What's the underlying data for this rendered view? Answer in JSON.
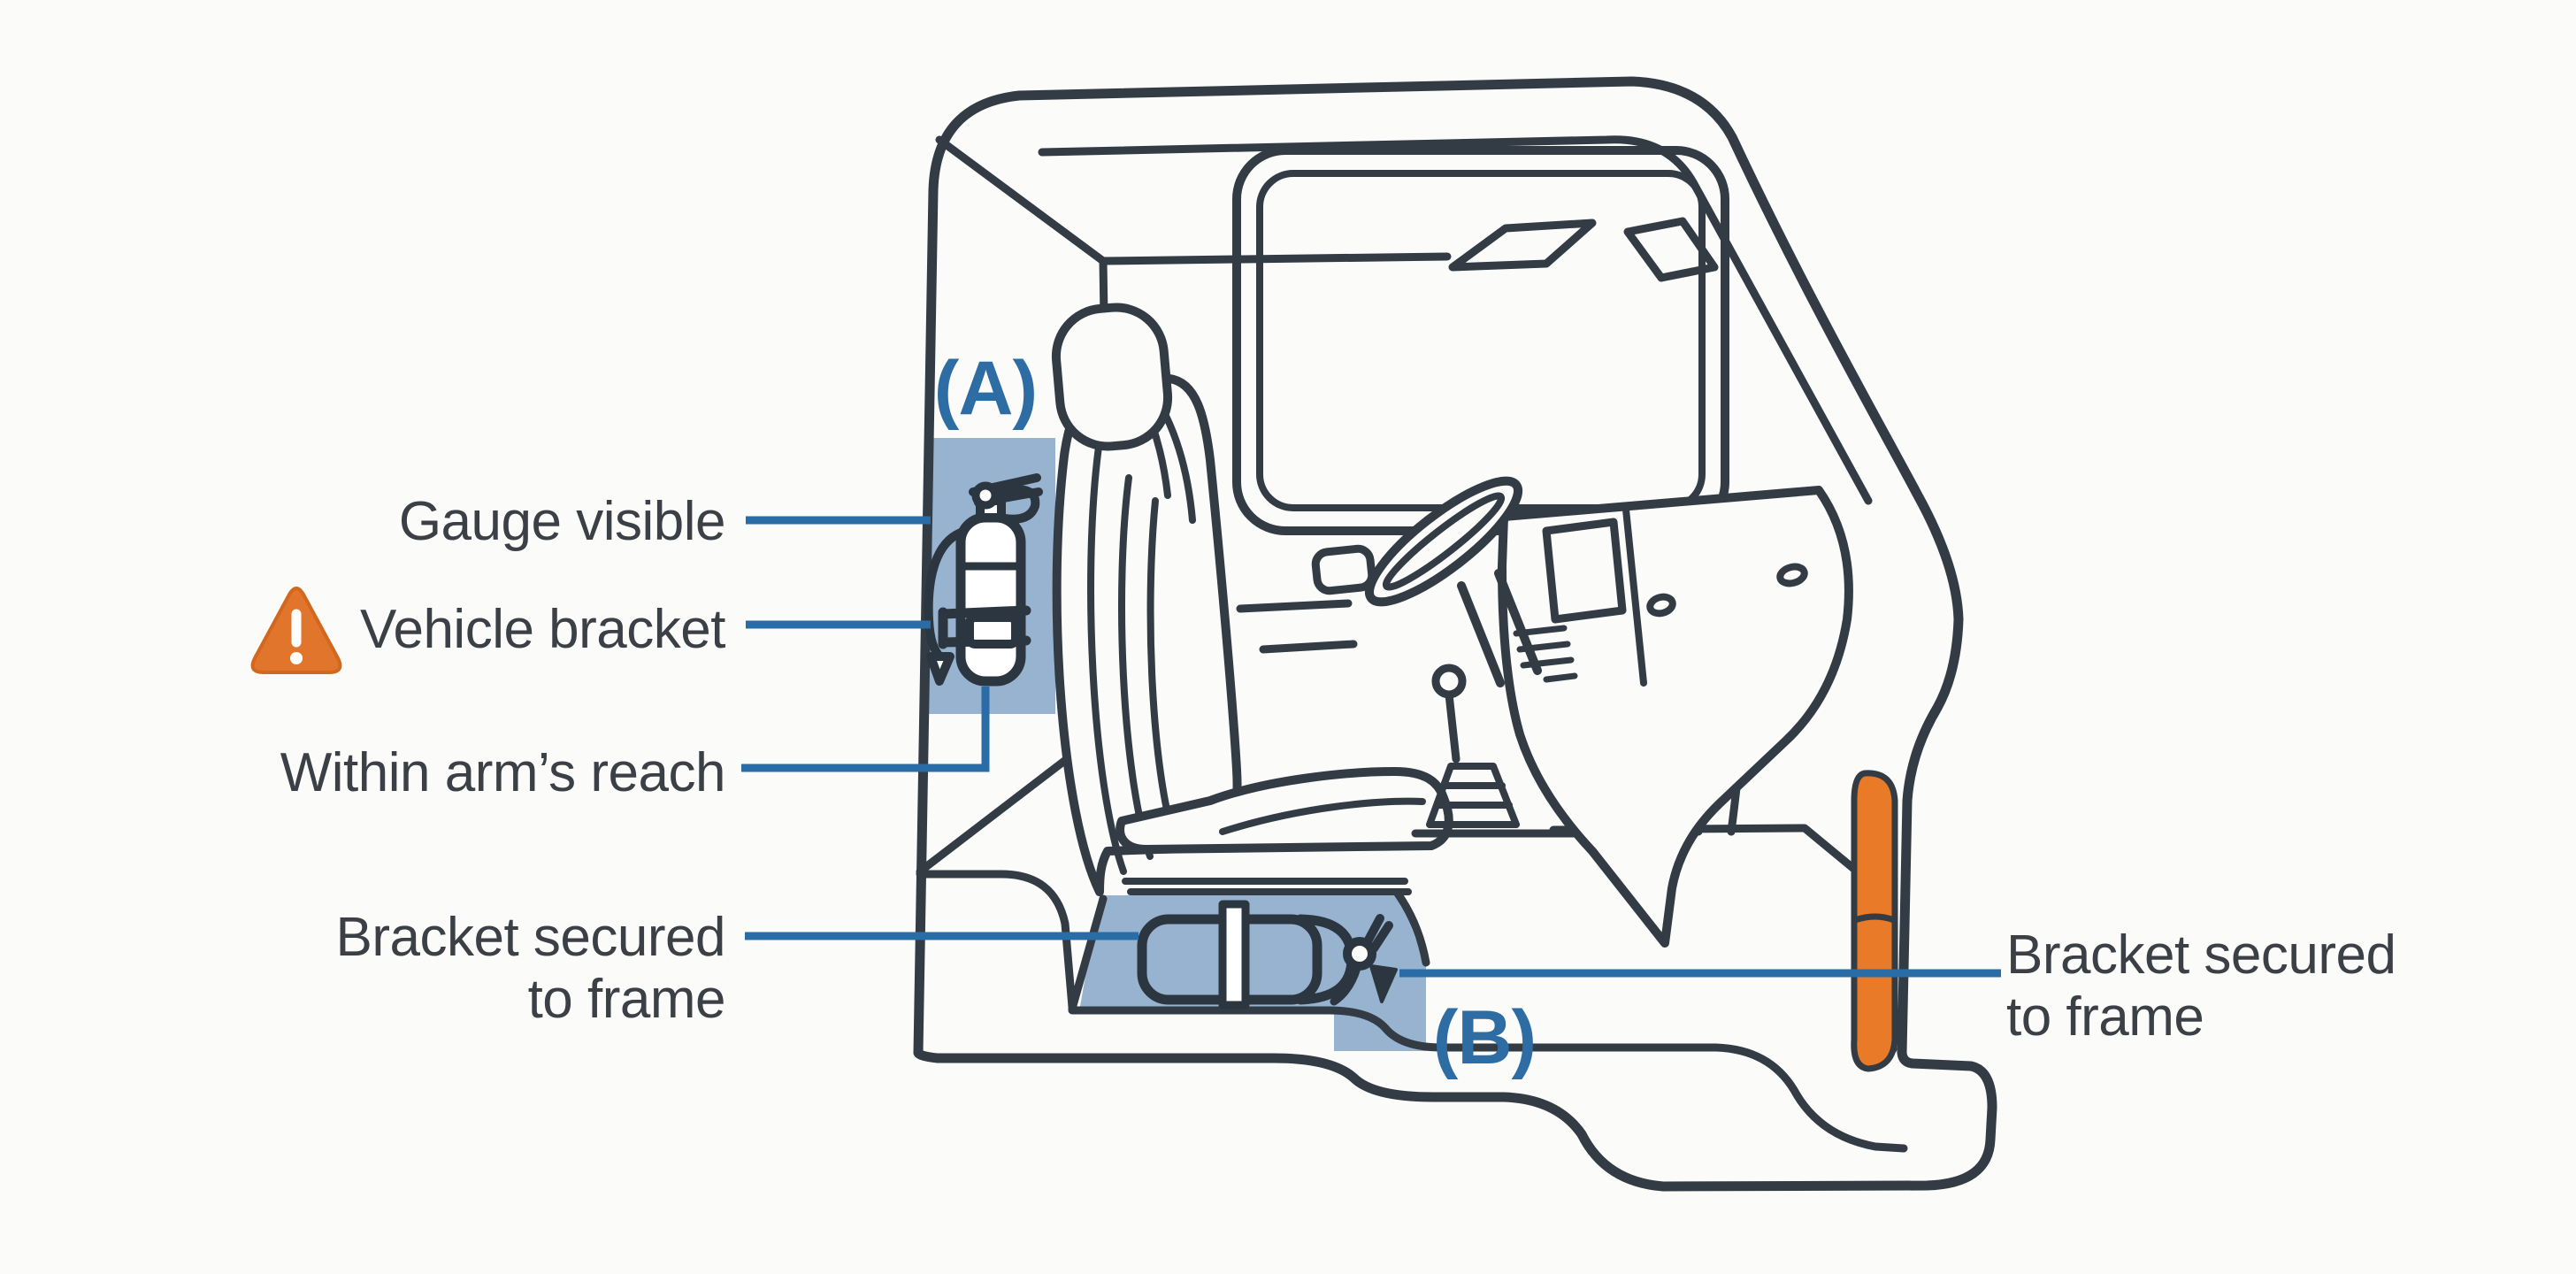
{
  "title": "Truck cab fire extinguisher mounting diagram",
  "zones": {
    "a_tag": "(A)",
    "b_tag": "(B)"
  },
  "labels": {
    "gauge_visible": "Gauge visible",
    "vehicle_bracket": "Vehicle bracket",
    "within_arms_reach": "Within arm’s reach",
    "bracket_left": {
      "line1": "Bracket secured",
      "line2": "to frame"
    },
    "bracket_right": {
      "line1": "Bracket secured",
      "line2": "to frame"
    }
  },
  "icons": {
    "warning": "warning-triangle-icon",
    "extinguisher_upright": "fire-extinguisher-upright-icon",
    "extinguisher_horizontal": "fire-extinguisher-horizontal-icon",
    "marker_light": "clearance-marker-light-icon"
  },
  "colors": {
    "background": "#fbfbf9",
    "line_dark": "#333b45",
    "highlight_blue": "#4679ad",
    "leader_blue": "#2a6ca6",
    "tag_blue": "#2e6da4",
    "label_text": "#3b4046",
    "warning_orange": "#e0752b",
    "marker_orange": "#e87a28"
  }
}
